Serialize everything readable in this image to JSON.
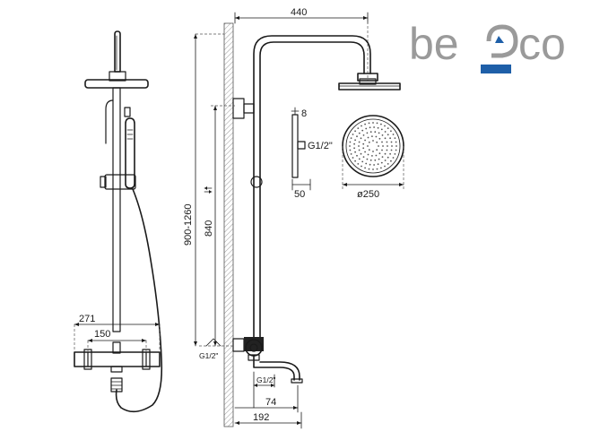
{
  "brand": {
    "logo_text": "besco",
    "logo_colors": {
      "gray": "#9a9a9a",
      "blue": "#1e5fa8"
    }
  },
  "dimensions": {
    "width_top": "440",
    "height_range": "900-1260",
    "rail_height": "840",
    "thread_left": "G1/2\"",
    "mixer_width": "271",
    "mixer_spacing": "150",
    "head_thickness": "8",
    "head_thread": "G1/2\"",
    "head_depth": "50",
    "head_diameter": "ø250",
    "spout_thread": "G1/2\"",
    "spout_length": "74",
    "spout_projection": "192"
  },
  "colors": {
    "line": "#1a1a1a",
    "wall": "#777777",
    "hatch": "#bdbdbd"
  }
}
